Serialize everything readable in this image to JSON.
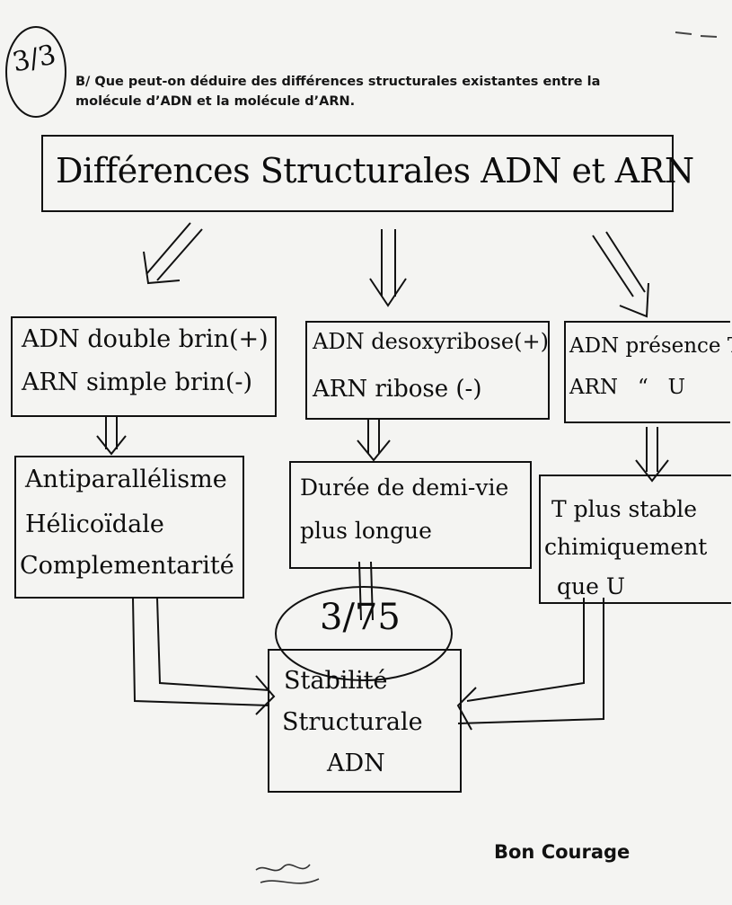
{
  "question": {
    "line1": "B/ Que peut-on déduire des différences structurales existantes entre la",
    "line2": "molécule d’ADN et la molécule d’ARN."
  },
  "grade_mark": "3/3",
  "title": "Différences Structurales ADN et ARN",
  "columns": [
    {
      "difference": [
        "ADN double brin(+)",
        "ARN simple brin(-)"
      ],
      "consequence": [
        "Antiparallélisme",
        "Hélicoïdale",
        "Complementarité"
      ]
    },
    {
      "difference": [
        "ADN desoxyribose(+)",
        "ARN ribose (-)"
      ],
      "consequence": [
        "Durée de demi-vie",
        "plus longue"
      ]
    },
    {
      "difference": [
        "ADN présence T",
        "ARN   “   U"
      ],
      "consequence": [
        "T plus stable",
        "chimiquement",
        "que U"
      ]
    }
  ],
  "conclusion": [
    "Stabilité",
    "Structurale",
    "ADN"
  ],
  "conclusion_mark": "3/75",
  "closing": "Bon Courage",
  "signature": "signature"
}
